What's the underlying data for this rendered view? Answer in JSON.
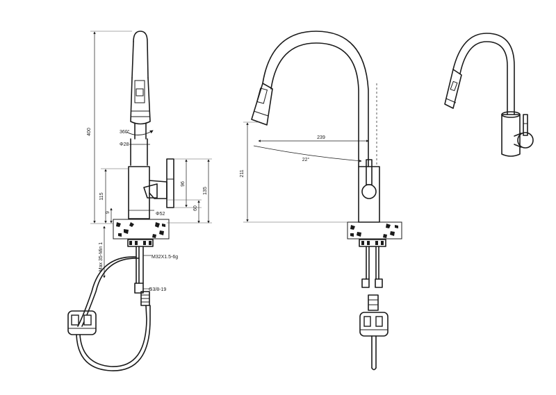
{
  "dimensions": {
    "height_400": "400",
    "swivel_360": "360°",
    "spout_dia": "Φ28",
    "body_dia": "Φ52",
    "dim_96": "96",
    "dim_135": "135",
    "dim_115": "115",
    "dim_60": "60",
    "dim_9": "9",
    "max_min": "Max 35-Min 1",
    "thread": "M32X1.5-6g",
    "hose_thread": "G3/8-19",
    "reach_239": "239",
    "angle_22": "22°",
    "height_211": "211"
  },
  "views": [
    "side-view",
    "front-view",
    "perspective-view"
  ],
  "colors": {
    "line": "#1a1a1a",
    "background": "#ffffff"
  }
}
